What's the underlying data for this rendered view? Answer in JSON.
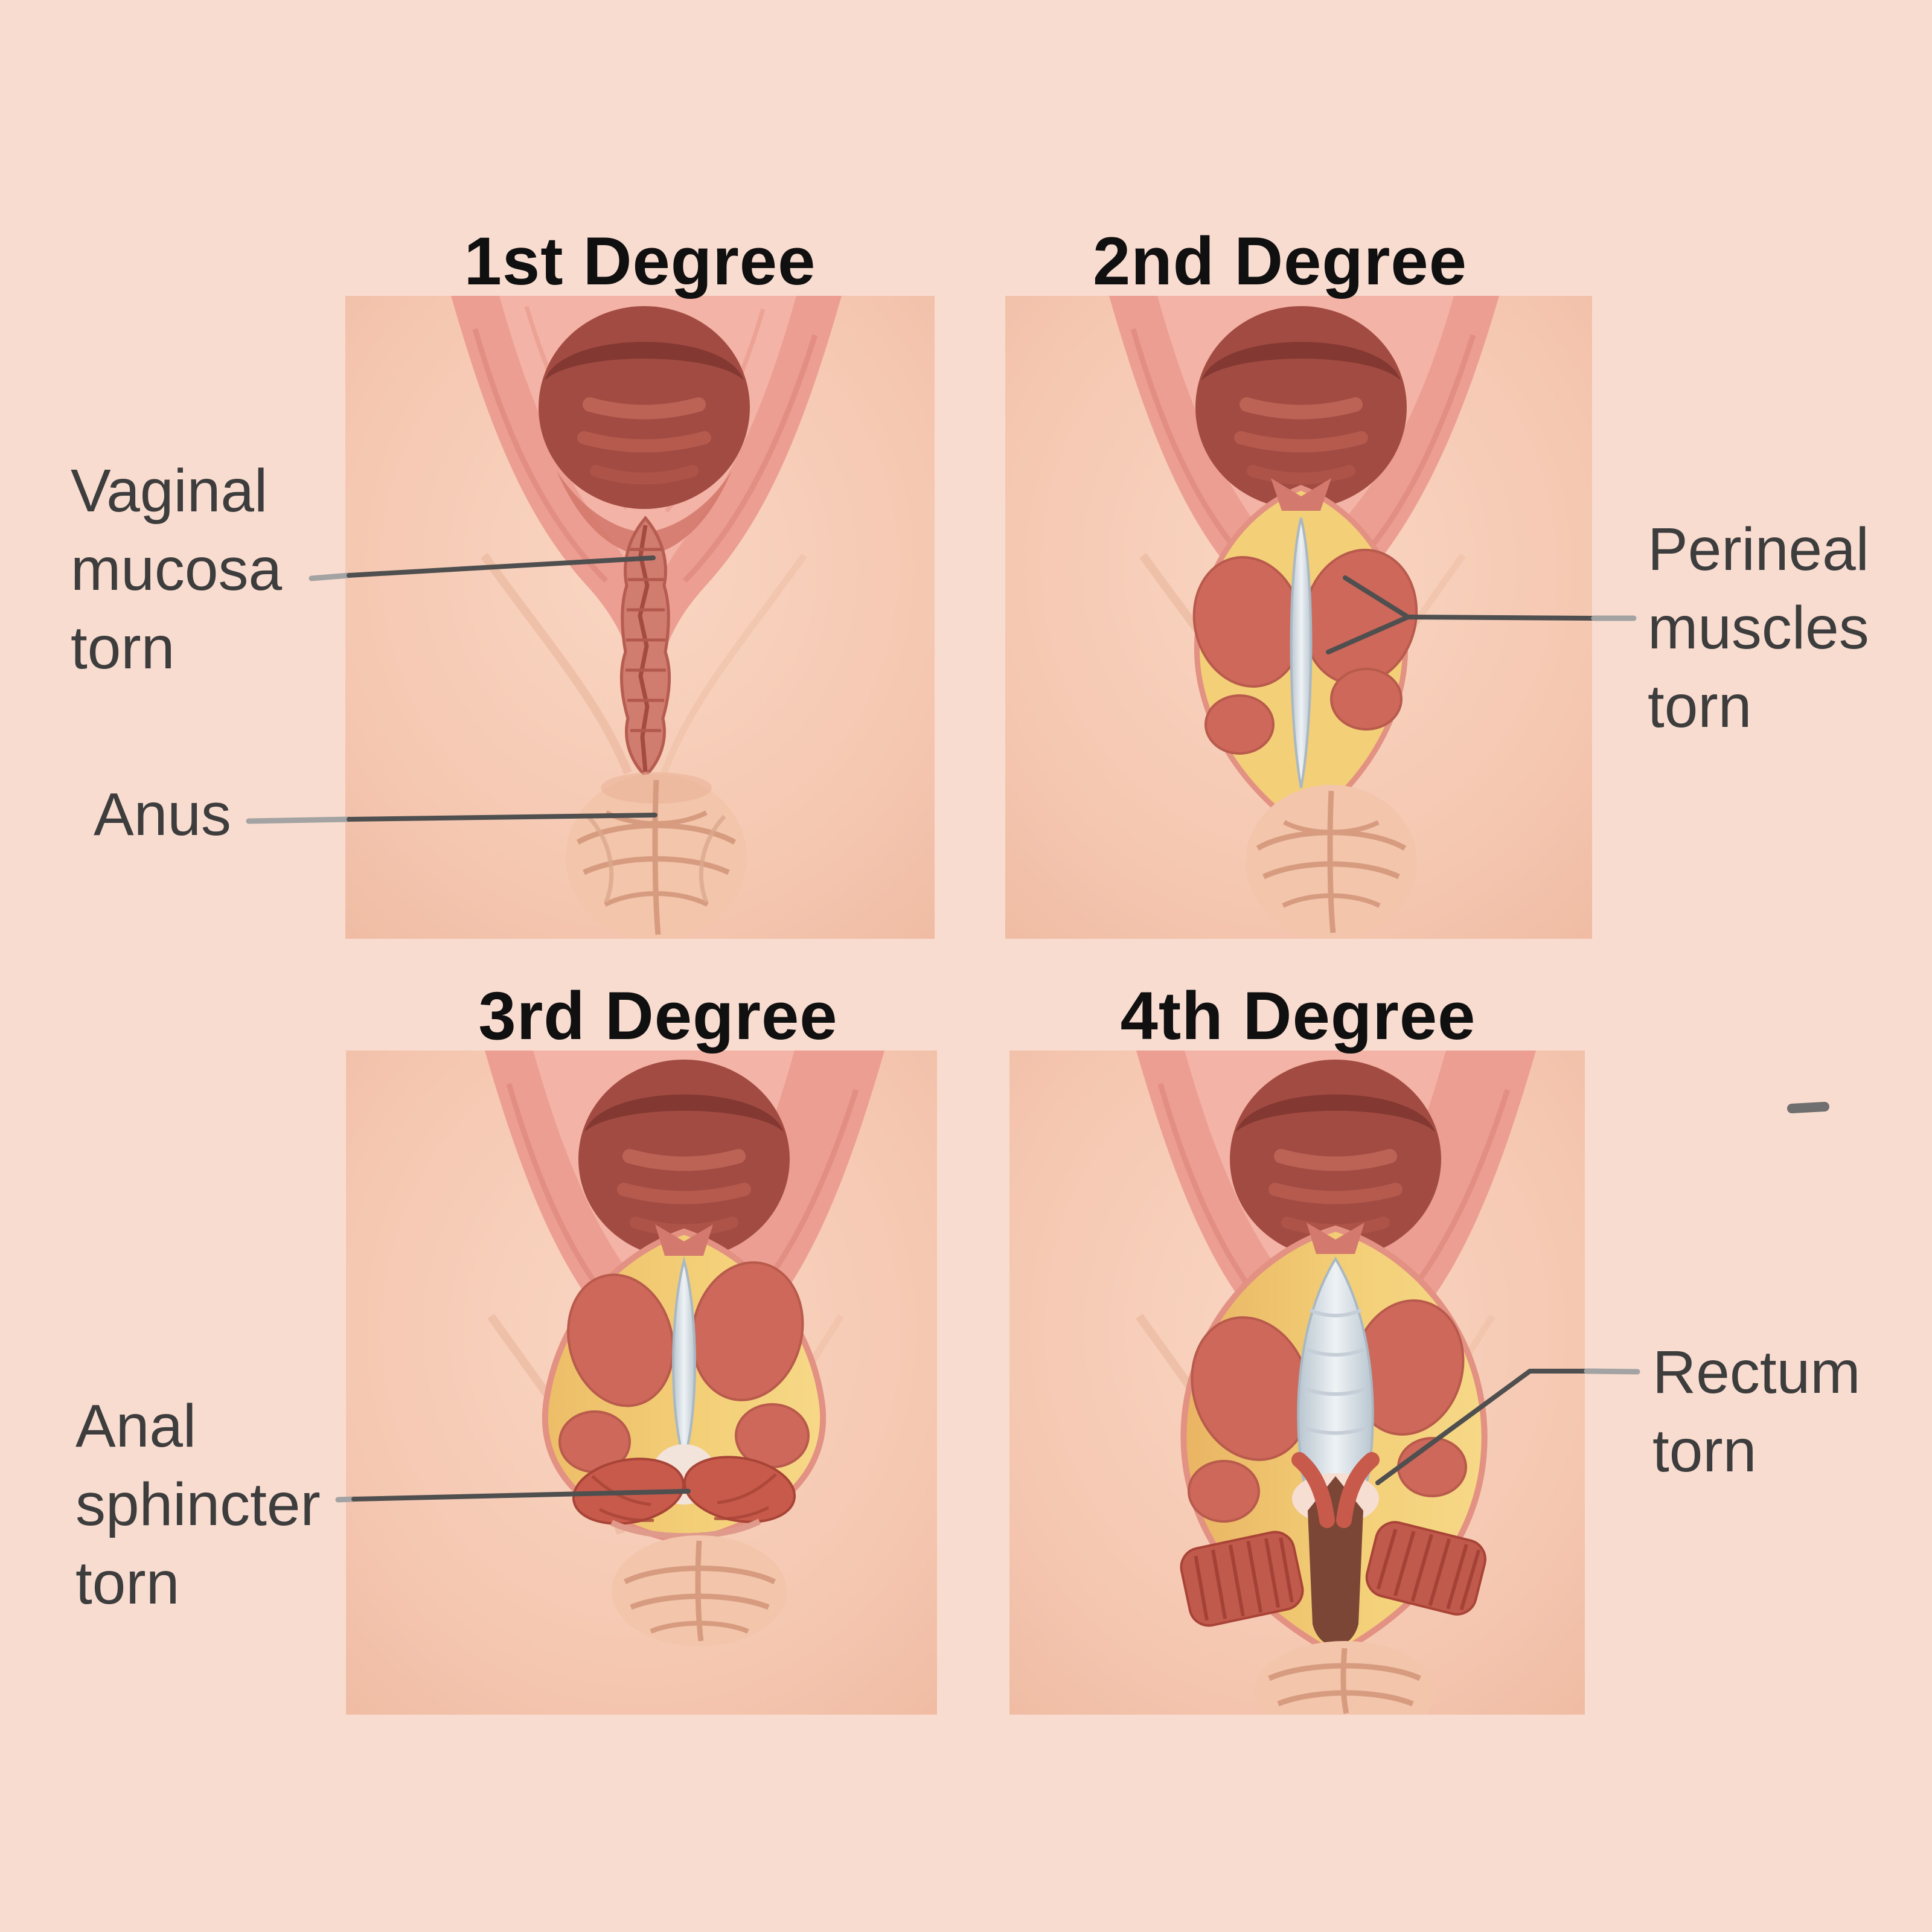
{
  "diagram": {
    "panels": [
      {
        "id": "first-degree",
        "title": "1st Degree"
      },
      {
        "id": "second-degree",
        "title": "2nd Degree"
      },
      {
        "id": "third-degree",
        "title": "3rd Degree"
      },
      {
        "id": "fourth-degree",
        "title": "4th Degree"
      }
    ],
    "labels": [
      {
        "id": "vaginal-mucosa-torn",
        "line1": "Vaginal",
        "line2": "mucosa",
        "line3": "torn"
      },
      {
        "id": "anus",
        "line1": "Anus"
      },
      {
        "id": "perineal-muscles-torn",
        "line1": "Perineal",
        "line2": "muscles",
        "line3": "torn"
      },
      {
        "id": "anal-sphincter-torn",
        "line1": "Anal",
        "line2": "sphincter",
        "line3": "torn"
      },
      {
        "id": "rectum-torn",
        "line1": "Rectum",
        "line2": "torn"
      }
    ],
    "colors": {
      "page_background": "#f9dcd0",
      "panel_skin": "#f5c8b2",
      "labia_pink": "#ec9e92",
      "vaginal_opening": "#a24b42",
      "fat_yellow": "#f3cf77",
      "muscle_red": "#cd685a",
      "rectal_wall_gray": "#dfe6ec",
      "rectum_brown": "#7b4636",
      "leader_line_dark": "#4f4f4f",
      "leader_line_light": "#a3a3a3",
      "title_text": "#101010",
      "label_text": "#3d3d3d"
    }
  }
}
